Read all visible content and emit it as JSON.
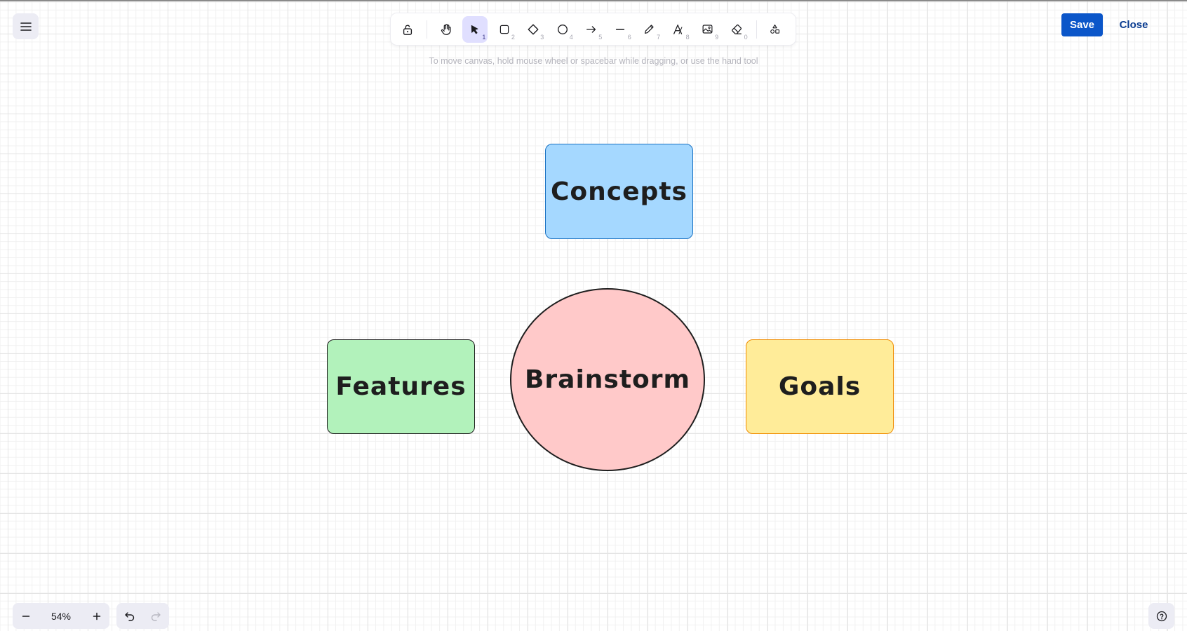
{
  "toolbar": {
    "tools": [
      {
        "name": "lock",
        "key": ""
      },
      {
        "name": "hand",
        "key": ""
      },
      {
        "name": "selection",
        "key": "1"
      },
      {
        "name": "rectangle",
        "key": "2"
      },
      {
        "name": "diamond",
        "key": "3"
      },
      {
        "name": "ellipse",
        "key": "4"
      },
      {
        "name": "arrow",
        "key": "5"
      },
      {
        "name": "line",
        "key": "6"
      },
      {
        "name": "draw",
        "key": "7"
      },
      {
        "name": "text",
        "key": "8"
      },
      {
        "name": "image",
        "key": "9"
      },
      {
        "name": "eraser",
        "key": "0"
      },
      {
        "name": "more-tools",
        "key": ""
      }
    ],
    "active_tool": "selection"
  },
  "hint": "To move canvas, hold mouse wheel or spacebar while dragging, or use the hand tool",
  "header": {
    "save_label": "Save",
    "close_label": "Close"
  },
  "canvas": {
    "shapes": [
      {
        "label": "Concepts",
        "kind": "rectangle",
        "fill": "#a5d8ff",
        "stroke": "#1971c2"
      },
      {
        "label": "Features",
        "kind": "rectangle",
        "fill": "#b2f2bb",
        "stroke": "#1e1e1e"
      },
      {
        "label": "Brainstorm",
        "kind": "ellipse",
        "fill": "#ffc9c9",
        "stroke": "#1e1e1e"
      },
      {
        "label": "Goals",
        "kind": "rectangle",
        "fill": "#ffec99",
        "stroke": "#f08c00"
      }
    ]
  },
  "footer": {
    "zoom": "54%",
    "zoom_out_icon": "minus-icon",
    "zoom_in_icon": "plus-icon",
    "undo_icon": "undo-icon",
    "redo_icon": "redo-icon",
    "help_icon": "help-icon"
  },
  "colors": {
    "accent": "#0b56c9",
    "active_tool_bg": "#e0dfff",
    "control_bg": "#ececf4"
  }
}
